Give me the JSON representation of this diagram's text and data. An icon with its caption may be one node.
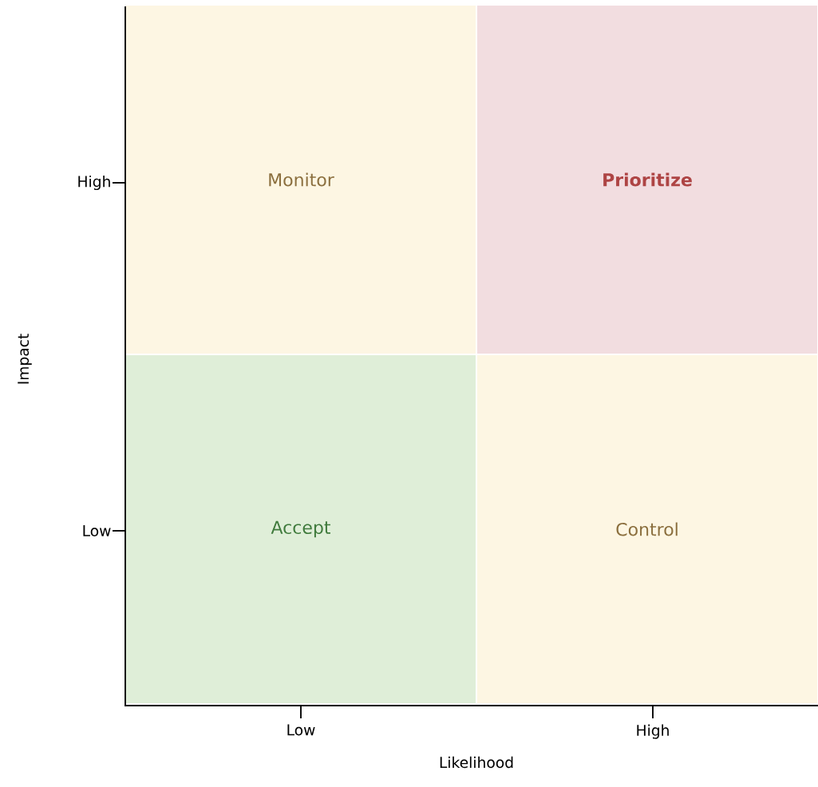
{
  "diagram": {
    "nodes": [
      {
        "text": [
          "Monitor"
        ]
      },
      {
        "text": [
          "Prioritize"
        ]
      },
      {
        "text": [
          "Accept"
        ]
      },
      {
        "text": [
          "Control"
        ]
      }
    ],
    "labels": [
      "High",
      "Impact",
      "Low",
      "Low",
      "High",
      "Likelihood"
    ]
  }
}
